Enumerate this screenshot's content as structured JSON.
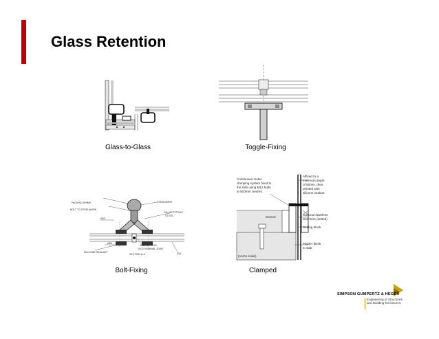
{
  "slide": {
    "title": "Glass Retention"
  },
  "figures": [
    {
      "caption": "Glass-to-Glass"
    },
    {
      "caption": "Toggle-Fixing"
    },
    {
      "caption": "Bolt-Fixing",
      "labels": {
        "packing_shims": "PACKING SHIMS",
        "bolt_to_steelwork": "BOLT TO STEELWORK",
        "steelwork": "STEELWORK",
        "fitting": "GG-302 FITTING",
        "fitting_2": "ST/STL",
        "silicone_sealant": "SILICONE SEALANT",
        "backer_rod": "BACKER ROD",
        "joint": "10/12 NOMINAL JOINT",
        "section": "SECTION A-A",
        "dim_left": "Ø20",
        "dim_bottom": "Ø50",
        "dim_right": "IGU"
      }
    },
    {
      "caption": "Clamped",
      "notes": {
        "left": [
          "Continuous metal",
          "clamping system fixed to",
          "the slab using M12 bolts",
          "at 500mm centres."
        ],
        "right_top": [
          "Affixed to a",
          "minimum depth",
          "of 80mm, then",
          "pointed with",
          "silicone sealant"
        ],
        "screed": "Screed",
        "trim": [
          "Optional stainless",
          "steel trim (dotted)"
        ],
        "setting_block": "Setting block",
        "plaster": [
          "Plaster finish",
          "to slab"
        ],
        "scale": "(not to scale)"
      }
    }
  ],
  "logo": {
    "name": "SIMPSON GUMPERTZ & HEGER",
    "tagline": [
      "Engineering of Structures",
      "and Building Enclosures"
    ],
    "rule_color": "#c8a000",
    "accent_color": "#c00000"
  }
}
